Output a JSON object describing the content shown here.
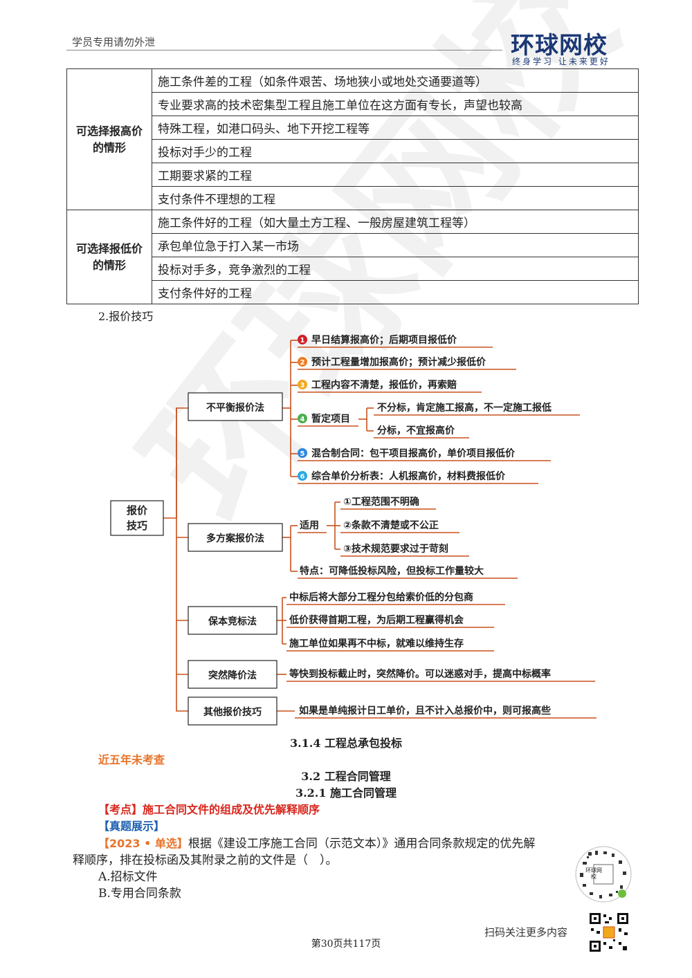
{
  "header": {
    "note": "学员专用请勿外泄",
    "logo_main": "环球网校",
    "logo_sub": "终身学习 让未来更好",
    "watermark": "环球网校"
  },
  "table": {
    "high": {
      "category": "可选择报高价的情形",
      "items": [
        "施工条件差的工程（如条件艰苦、场地狭小或地处交通要道等）",
        "专业要求高的技术密集型工程且施工单位在这方面有专长，声望也较高",
        "特殊工程，如港口码头、地下开挖工程等",
        "投标对手少的工程",
        "工期要求紧的工程",
        "支付条件不理想的工程"
      ]
    },
    "low": {
      "category": "可选择报低价的情形",
      "items": [
        "施工条件好的工程（如大量土方工程、一般房屋建筑工程等）",
        "承包单位急于打入某一市场",
        "投标对手多，竞争激烈的工程",
        "支付条件好的工程"
      ]
    }
  },
  "section_label": "2.报价技巧",
  "mindmap": {
    "center": [
      "报价",
      "技巧"
    ],
    "branch1": {
      "label": "不平衡报价法",
      "items": [
        {
          "num": "1",
          "text": "早日结算报高价；后期项目报低价"
        },
        {
          "num": "2",
          "text": "预计工程量增加报高价；预计减少报低价"
        },
        {
          "num": "3",
          "text": "工程内容不清楚，报低价，再索赔"
        },
        {
          "num": "4",
          "text": "暂定项目"
        },
        {
          "num": "5",
          "text": "混合制合同：包干项目报高价，单价项目报低价"
        },
        {
          "num": "6",
          "text": "综合单价分析表：人机报高价，材料费报低价"
        }
      ],
      "sub4": [
        "不分标，肯定施工报高，不一定施工报低",
        "分标，不宜报高价"
      ]
    },
    "branch2": {
      "label": "多方案报价法",
      "apply": "适用",
      "apply_items": [
        "①工程范围不明确",
        "②条款不清楚或不公正",
        "③技术规范要求过于苛刻"
      ],
      "feature": "特点：可降低投标风险，但投标工作量较大"
    },
    "branch3": {
      "label": "保本竞标法",
      "items": [
        "中标后将大部分工程分包给索价低的分包商",
        "低价获得首期工程，为后期工程赢得机会",
        "施工单位如果再不中标，就难以维持生存"
      ]
    },
    "branch4": {
      "label": "突然降价法",
      "item": "等快到投标截止时，突然降价。可以迷惑对手，提高中标概率"
    },
    "branch5": {
      "label": "其他报价技巧",
      "item": "如果是单纯报计日工单价，且不计入总报价中，则可报高些"
    },
    "colors": {
      "line": "#c8511c",
      "box": "#222222",
      "n1": "#d0202a",
      "n2": "#ef7d22",
      "n3": "#f2a81d",
      "n4": "#4caf50",
      "n5": "#2e86de",
      "n6": "#29a9e0"
    }
  },
  "headings": {
    "h314": "3.1.4 工程总承包投标",
    "recent": "近五年未考查",
    "h32": "3.2 工程合同管理",
    "h321": "3.2.1 施工合同管理"
  },
  "kaodian": {
    "tag": "【考点】",
    "text": "施工合同文件的组成及优先解释顺序"
  },
  "zhenti": "【真题展示】",
  "question": {
    "tag": "【2023 • 单选】",
    "line1": "根据《建设工序施工合同（示范文本）》通用合同条款规定的优先解",
    "line2": "释顺序，排在投标函及其附录之前的文件是（　）。",
    "options": [
      "A.招标文件",
      "B.专用合同条款"
    ]
  },
  "qr_caption": "扫码关注更多内容",
  "footer": "第30页共117页"
}
